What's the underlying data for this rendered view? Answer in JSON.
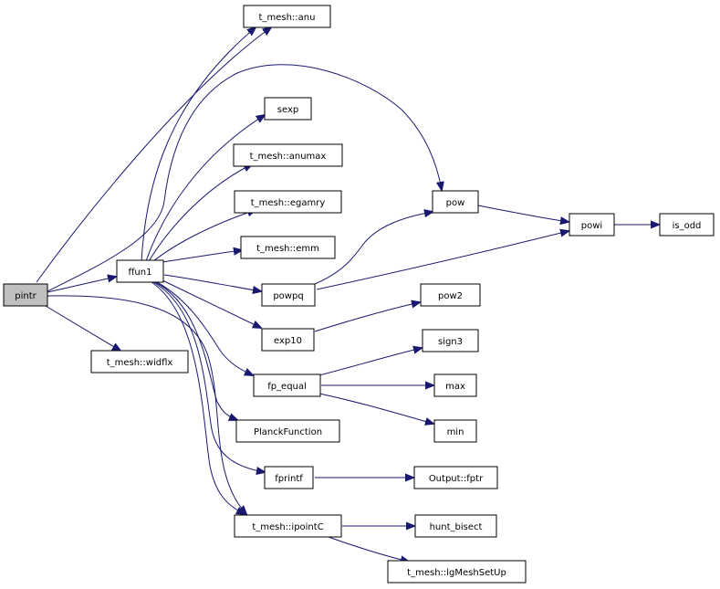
{
  "graph": {
    "colors": {
      "edge": "#191970",
      "node_fill": "#ffffff",
      "current_fill": "#bfbfbf",
      "border": "#000000"
    },
    "nodes": {
      "pintr": "pintr",
      "ffun1": "ffun1",
      "widflx": "t_mesh::widflx",
      "anu": "t_mesh::anu",
      "sexp": "sexp",
      "anumax": "t_mesh::anumax",
      "egamry": "t_mesh::egamry",
      "emm": "t_mesh::emm",
      "powpq": "powpq",
      "exp10": "exp10",
      "fp_equal": "fp_equal",
      "planck": "PlanckFunction",
      "fprintf": "fprintf",
      "ipointc": "t_mesh::ipointC",
      "pow": "pow",
      "powi": "powi",
      "is_odd": "is_odd",
      "pow2": "pow2",
      "sign3": "sign3",
      "max": "max",
      "min": "min",
      "fptr": "Output::fptr",
      "hunt_bisect": "hunt_bisect",
      "lgmeshsetup": "t_mesh::lgMeshSetUp"
    }
  }
}
